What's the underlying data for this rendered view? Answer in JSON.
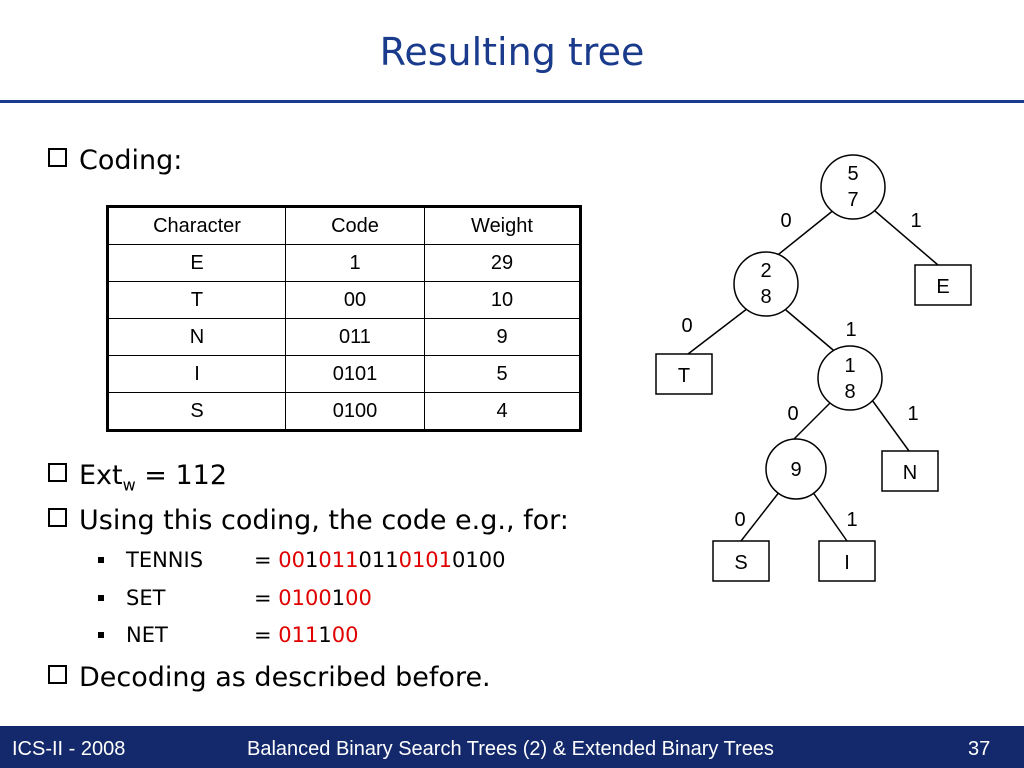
{
  "slide": {
    "title": "Resulting tree",
    "coding_label": "Coding:",
    "ext_prefix": "Ext",
    "ext_sub": "w",
    "ext_suffix": " = 112",
    "using_text": "Using this coding, the code e.g., for:",
    "decoding_text": "Decoding as described before."
  },
  "table": {
    "headers": [
      "Character",
      "Code",
      "Weight"
    ],
    "rows": [
      [
        "E",
        "1",
        "29"
      ],
      [
        "T",
        "00",
        "10"
      ],
      [
        "N",
        "011",
        "9"
      ],
      [
        "I",
        "0101",
        "5"
      ],
      [
        "S",
        "0100",
        "4"
      ]
    ]
  },
  "examples": [
    {
      "label": "TENNIS",
      "eq": "= ",
      "parts": [
        [
          "00",
          "red"
        ],
        [
          "1",
          "black"
        ],
        [
          "011",
          "red"
        ],
        [
          "011",
          "black"
        ],
        [
          "0101",
          "red"
        ],
        [
          "0100",
          "black"
        ]
      ]
    },
    {
      "label": "SET",
      "eq": "= ",
      "parts": [
        [
          "0100",
          "red"
        ],
        [
          "1",
          "black"
        ],
        [
          "00",
          "red"
        ]
      ]
    },
    {
      "label": "NET",
      "eq": "= ",
      "parts": [
        [
          "011",
          "red"
        ],
        [
          "1",
          "black"
        ],
        [
          "00",
          "red"
        ]
      ]
    }
  ],
  "tree": {
    "root": {
      "l1": "5",
      "l2": "7"
    },
    "n28": {
      "l1": "2",
      "l2": "8"
    },
    "n18": {
      "l1": "1",
      "l2": "8"
    },
    "n9": {
      "l1": "9"
    },
    "leaf_e": "E",
    "leaf_t": "T",
    "leaf_n": "N",
    "leaf_s": "S",
    "leaf_i": "I",
    "edge_labels": {
      "root_l": "0",
      "root_r": "1",
      "n28_l": "0",
      "n28_r": "1",
      "n18_l": "0",
      "n18_r": "1",
      "n9_l": "0",
      "n9_r": "1"
    }
  },
  "footer": {
    "left": "ICS-II - 2008",
    "center": "Balanced Binary Search Trees (2) & Extended Binary Trees",
    "page": "37"
  }
}
